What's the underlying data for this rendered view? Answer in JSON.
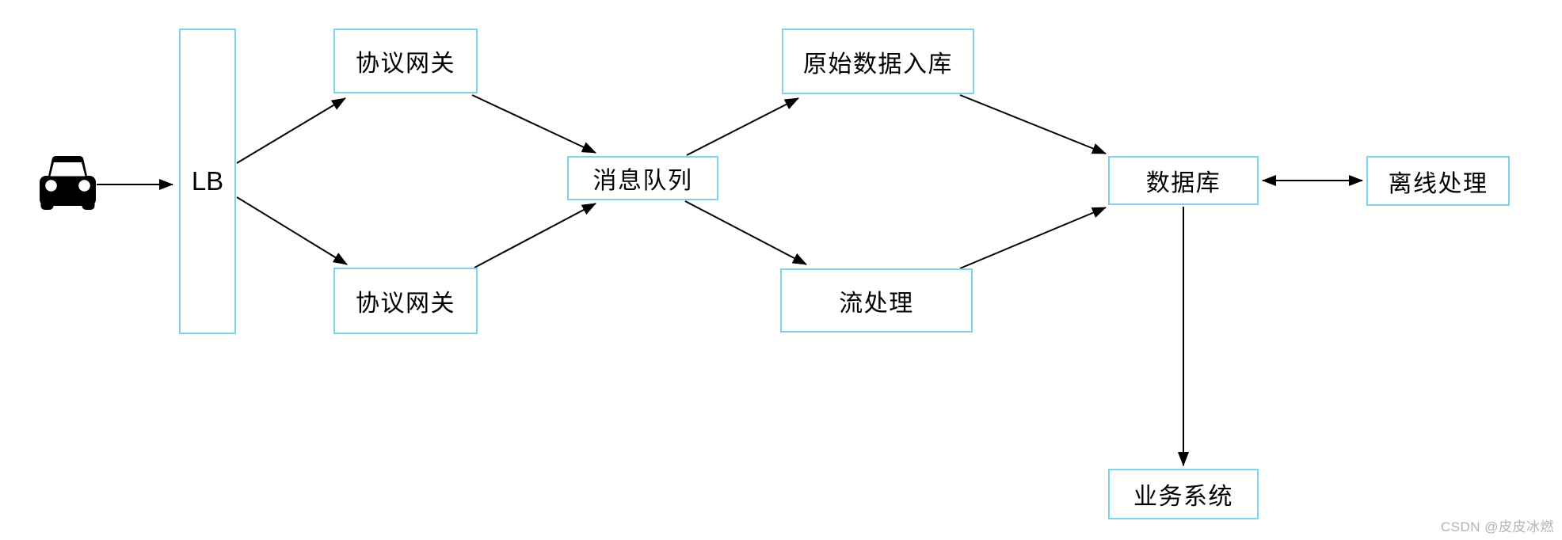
{
  "diagram": {
    "nodes": {
      "lb": {
        "label": "LB"
      },
      "gateway_top": {
        "label": "协议网关"
      },
      "gateway_bottom": {
        "label": "协议网关"
      },
      "message_queue": {
        "label": "消息队列"
      },
      "raw_data_ingest": {
        "label": "原始数据入库"
      },
      "stream_processing": {
        "label": "流处理"
      },
      "database": {
        "label": "数据库"
      },
      "offline_processing": {
        "label": "离线处理"
      },
      "business_system": {
        "label": "业务系统"
      }
    },
    "edges": [
      {
        "from": "car",
        "to": "lb",
        "direction": "forward"
      },
      {
        "from": "lb",
        "to": "gateway_top",
        "direction": "forward"
      },
      {
        "from": "lb",
        "to": "gateway_bottom",
        "direction": "forward"
      },
      {
        "from": "gateway_top",
        "to": "message_queue",
        "direction": "forward"
      },
      {
        "from": "gateway_bottom",
        "to": "message_queue",
        "direction": "forward"
      },
      {
        "from": "message_queue",
        "to": "raw_data_ingest",
        "direction": "forward"
      },
      {
        "from": "message_queue",
        "to": "stream_processing",
        "direction": "forward"
      },
      {
        "from": "raw_data_ingest",
        "to": "database",
        "direction": "forward"
      },
      {
        "from": "stream_processing",
        "to": "database",
        "direction": "forward"
      },
      {
        "from": "database",
        "to": "offline_processing",
        "direction": "both"
      },
      {
        "from": "database",
        "to": "business_system",
        "direction": "forward"
      }
    ],
    "icons": {
      "car": "car-icon"
    },
    "colors": {
      "node_border": "#7fd1f2",
      "node_fill": "#ffffff",
      "edge": "#000000",
      "text": "#000000",
      "watermark": "#b3b3b3"
    },
    "watermark": {
      "text": "CSDN @皮皮冰燃"
    }
  }
}
